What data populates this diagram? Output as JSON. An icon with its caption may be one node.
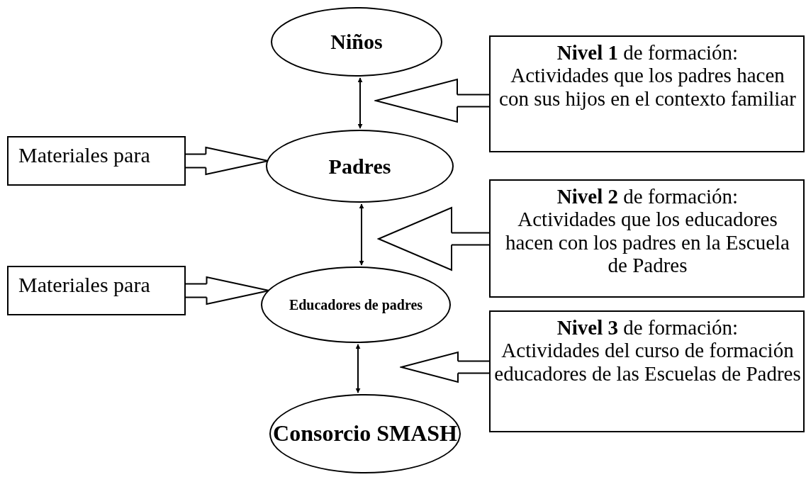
{
  "diagram": {
    "nodes": [
      {
        "text": [
          "Niños"
        ]
      },
      {
        "text": [
          "Padres"
        ]
      },
      {
        "text": [
          "Educadores de padres"
        ]
      },
      {
        "text": [
          "Consorcio SMASH"
        ]
      },
      {
        "text": [
          "Materiales para"
        ]
      },
      {
        "text": [
          "Materiales para"
        ]
      },
      {
        "text": [
          "**Nivel 1** de formación:",
          "Actividades que los padres hacen con sus hijos en el contexto familiar"
        ]
      },
      {
        "text": [
          "**Nivel 2** de formación:",
          "Actividades que los educadores hacen con los padres en la Escuela de Padres"
        ]
      },
      {
        "text": [
          "**Nivel 3** de formación:",
          "Actividades del curso de formación educadores de las Escuelas de Padres"
        ]
      }
    ],
    "edges": [
      {
        "from": 0,
        "to": 1,
        "arrow": "both"
      },
      {
        "from": 1,
        "to": 2,
        "arrow": "both"
      },
      {
        "from": 2,
        "to": 3,
        "arrow": "both"
      },
      {
        "from": 4,
        "to": 1,
        "arrow": "to"
      },
      {
        "from": 5,
        "to": 2,
        "arrow": "to"
      },
      {
        "from": 6,
        "to": null,
        "arrow": "to"
      },
      {
        "from": 7,
        "to": null,
        "arrow": "to"
      },
      {
        "from": 8,
        "to": null,
        "arrow": "to"
      }
    ]
  }
}
